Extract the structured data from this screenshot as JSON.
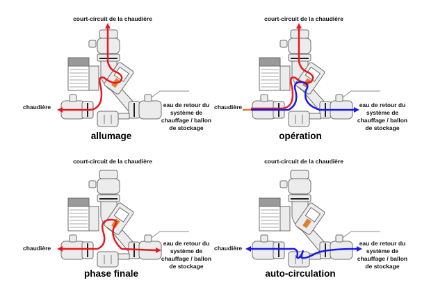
{
  "colors": {
    "hot_flow": "#e8191e",
    "cold_flow": "#1a1ae6",
    "inlet_accent": "#f07a1a",
    "thermostat": "#d9822b",
    "outline": "#6b6b6b",
    "body_fill": "#e6e6e6"
  },
  "panels": [
    {
      "id": "allumage",
      "mode_label": "allumage",
      "top_label": "court-circuit de la chaudière",
      "left_label": "chaudière",
      "right_label": "eau de retour du système de chauffage / ballon de stockage",
      "flows": [
        "hot"
      ]
    },
    {
      "id": "operation",
      "mode_label": "opération",
      "top_label": "court-circuit de la chaudière",
      "left_label": "chaudière",
      "right_label": "eau de retour du système de chauffage / ballon de stockage",
      "flows": [
        "hot",
        "cold"
      ]
    },
    {
      "id": "phase-finale",
      "mode_label": "phase finale",
      "top_label": "court-circuit de la chaudière",
      "left_label": "chaudière",
      "right_label": "eau de retour du système de chauffage / ballon de stockage",
      "flows": [
        "hot"
      ]
    },
    {
      "id": "auto-circulation",
      "mode_label": "auto-circulation",
      "top_label": "court-circuit de la chaudière",
      "left_label": "chaudière",
      "right_label": "eau de retour du système de chauffage / ballon de stockage",
      "flows": [
        "cold"
      ]
    }
  ]
}
